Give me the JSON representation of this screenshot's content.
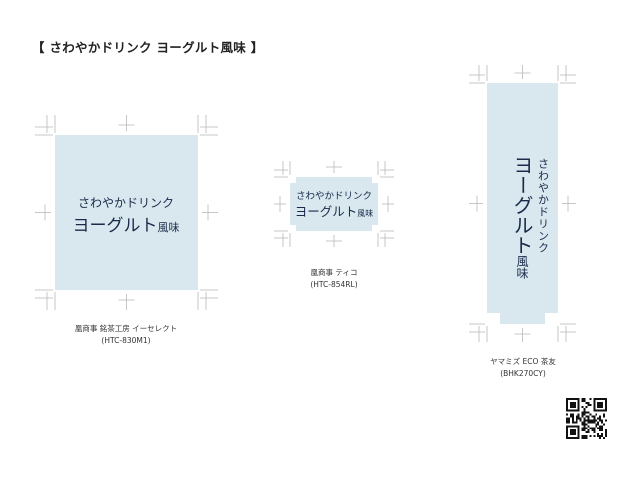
{
  "page": {
    "title": "【 さわやかドリンク ヨーグルト風味 】"
  },
  "label_text": {
    "line1": "さわやかドリンク",
    "line2_main": "ヨーグルト",
    "line2_suffix": "風味",
    "vertical_col1": "さわやかドリンク",
    "vertical_col2_main": "ヨーグルト",
    "vertical_col2_suffix": "風味"
  },
  "products": [
    {
      "maker": "凰商事 銘茶工房 イーセレクト",
      "model": "(HTC-830M1)"
    },
    {
      "maker": "凰商事 ティコ",
      "model": "(HTC-854RL)"
    },
    {
      "maker": "ヤマミズ ECO 茶友",
      "model": "(BHK270CY)"
    }
  ],
  "colors": {
    "label_fill": "#d8e8ee",
    "label_text": "#1b2a4a",
    "crop_marks": "#b9b9b9"
  },
  "icons": {
    "qr_code": "qr-code-icon"
  }
}
